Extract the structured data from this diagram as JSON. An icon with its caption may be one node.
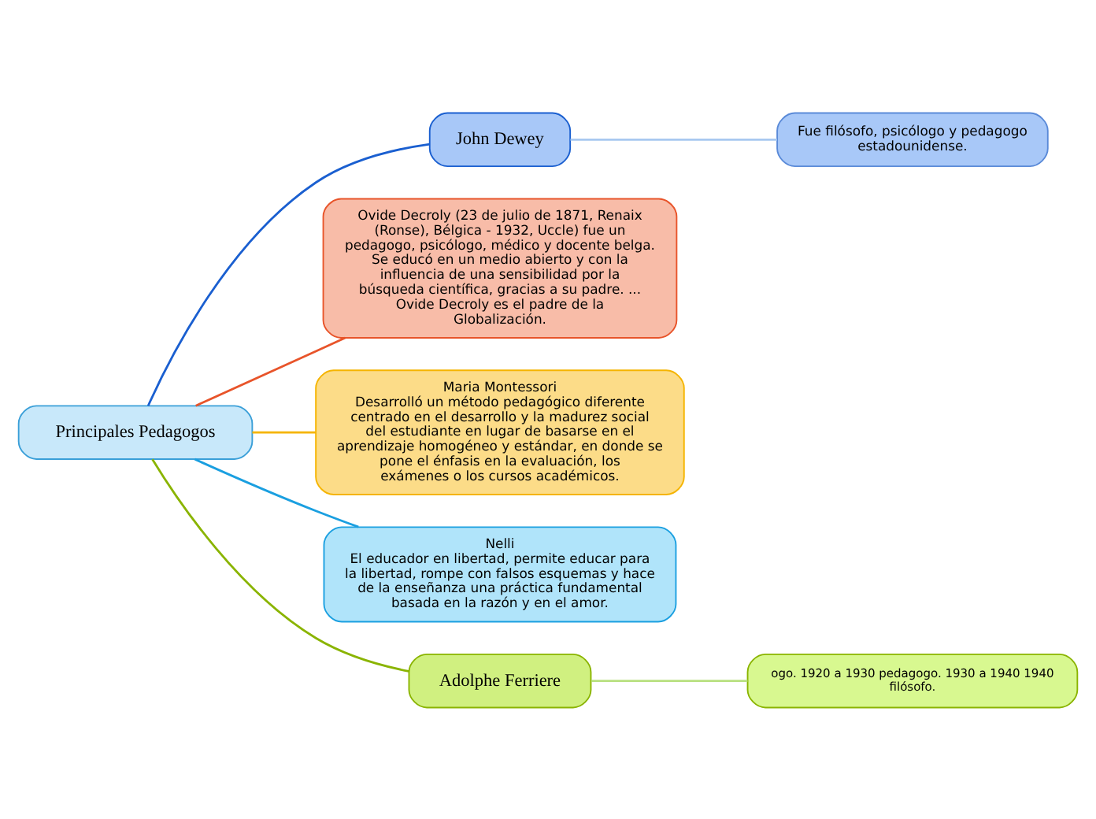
{
  "diagram": {
    "nodes": [
      {
        "text": [
          "Principales Pedagogos"
        ]
      },
      {
        "text": [
          "John Dewey"
        ]
      },
      {
        "text": [
          "Fue filósofo, psicólogo y pedagogo estadounidense."
        ]
      },
      {
        "text": [
          "Ovide Decroly (23 de julio de 1871, Renaix (Ronse), Bélgica - 1932, Uccle) fue un pedagogo, psicólogo, médico y docente belga. Se educó en un medio abierto y con la influencia de una sensibilidad por la búsqueda científica, gracias a su padre. ... Ovide Decroly es el padre de la Globalización."
        ]
      },
      {
        "text": [
          "Maria Montessori",
          "Desarrolló un método pedagógico diferente centrado en el desarrollo y la madurez social del estudiante en lugar de basarse en el aprendizaje homogéneo y estándar, en donde se pone el énfasis en la evaluación, los exámenes o los cursos académicos."
        ]
      },
      {
        "text": [
          "Nelli",
          "El educador en libertad, permite educar para la libertad, rompe con falsos esquemas y hace de la enseñanza una práctica fundamental basada en la razón y en el amor."
        ]
      },
      {
        "text": [
          "Adolphe Ferriere"
        ]
      },
      {
        "text": [
          "ogo. 1920 a 1930 pedagogo. 1930 a 1940 1940 filósofo."
        ]
      }
    ],
    "edges": [
      {
        "from": 0,
        "to": 1,
        "arrow": "none",
        "color": "#1a5fd0"
      },
      {
        "from": 1,
        "to": 2,
        "arrow": "none",
        "color": "#a8c8f0"
      },
      {
        "from": 0,
        "to": 3,
        "arrow": "none",
        "color": "#e8542a"
      },
      {
        "from": 0,
        "to": 4,
        "arrow": "none",
        "color": "#f5b400"
      },
      {
        "from": 0,
        "to": 5,
        "arrow": "none",
        "color": "#1a9fe0"
      },
      {
        "from": 0,
        "to": 6,
        "arrow": "none",
        "color": "#8ab400"
      },
      {
        "from": 6,
        "to": 7,
        "arrow": "none",
        "color": "#b8e080"
      }
    ]
  }
}
